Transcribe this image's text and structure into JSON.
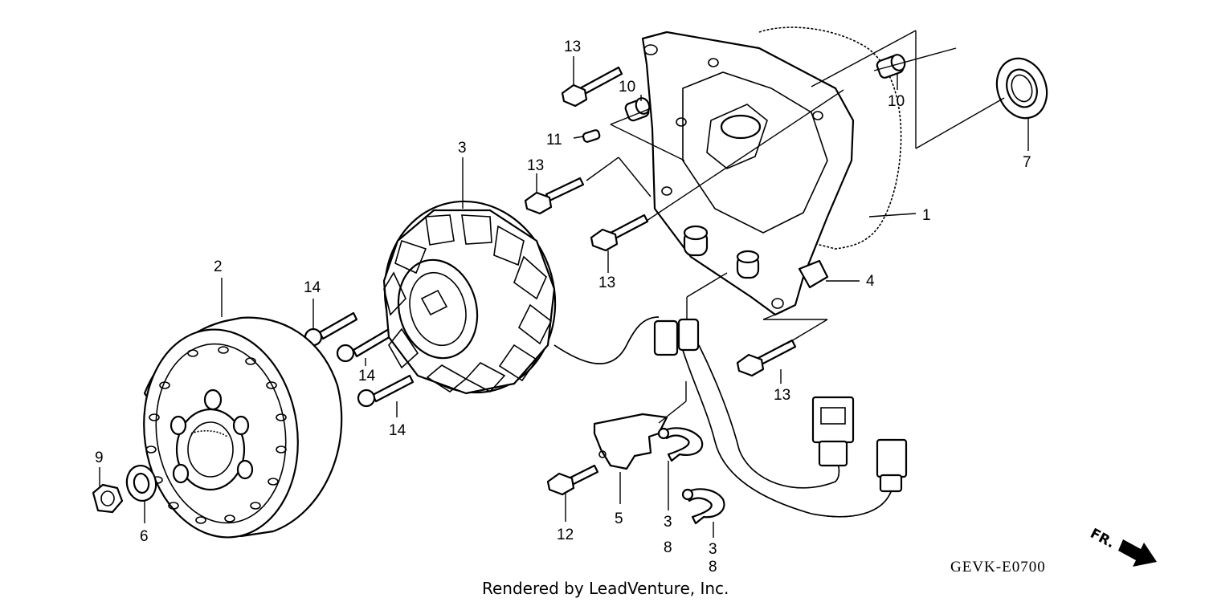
{
  "callouts": {
    "p1": "1",
    "p2": "2",
    "p3": "3",
    "p4": "4",
    "p5": "5",
    "p6": "6",
    "p7": "7",
    "p9": "9",
    "p11": "11",
    "p12": "12",
    "p10a": "10",
    "p10b": "10",
    "p13a": "13",
    "p13b": "13",
    "p13c": "13",
    "p13d": "13",
    "p14a": "14",
    "p14b": "14",
    "p14c": "14",
    "p38a_top": "3",
    "p38a_bot": "8",
    "p38b_top": "3",
    "p38b_bot": "8"
  },
  "diagram_code": "GEVK-E0700",
  "credit": "Rendered by LeadVenture, Inc.",
  "direction_label": "FR."
}
